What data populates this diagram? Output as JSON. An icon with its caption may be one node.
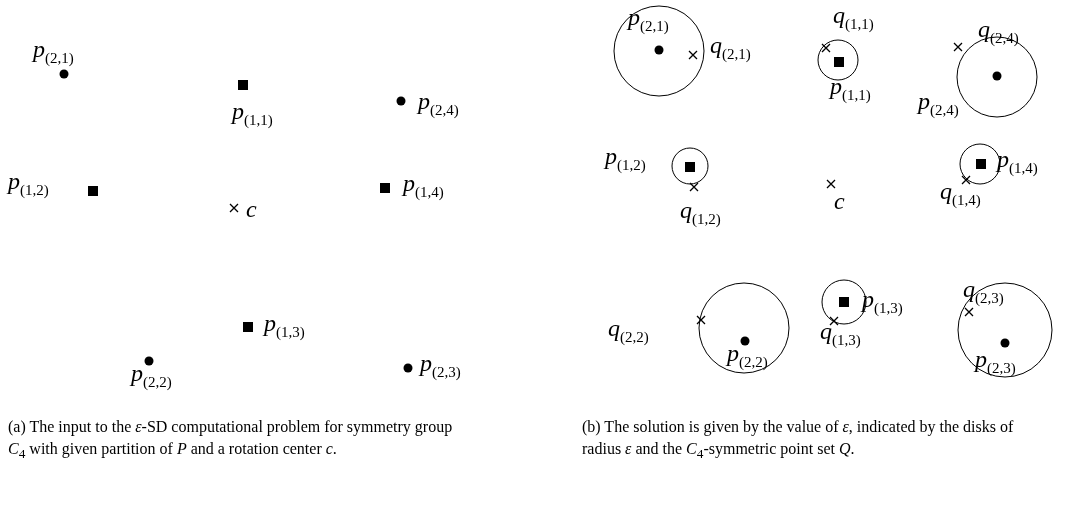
{
  "diagram": {
    "labels": [
      "*p*$_{(2,1)}$",
      "*p*$_{(1,1)}$",
      "*p*$_{(2,4)}$",
      "*p*$_{(1,2)}$",
      "*p*$_{(1,4)}$",
      "*c*",
      "*p*$_{(1,3)}$",
      "*p*$_{(2,2)}$",
      "*p*$_{(2,3)}$",
      "(a) The input to the *ε*-SD computational problem for symmetry group *C*$_{4}$ with given partition of *P* and a rotation center *c*.",
      "*p*$_{(2,1)}$",
      "*q*$_{(2,1)}$",
      "*q*$_{(1,1)}$",
      "*q*$_{(2,4)}$",
      "*p*$_{(1,1)}$",
      "*p*$_{(2,4)}$",
      "*p*$_{(1,2)}$",
      "*p*$_{(1,4)}$",
      "*c*",
      "*q*$_{(1,2)}$",
      "*q*$_{(1,4)}$",
      "*q*$_{(2,3)}$",
      "*p*$_{(1,3)}$",
      "*q*$_{(2,2)}$",
      "*q*$_{(1,3)}$",
      "*p*$_{(2,2)}$",
      "*p*$_{(2,3)}$",
      "(b) The solution is given by the value of *ε*, indicated by the disks of radius *ε* and the *C*$_{4}$-symmetric point set *Q*."
    ]
  }
}
